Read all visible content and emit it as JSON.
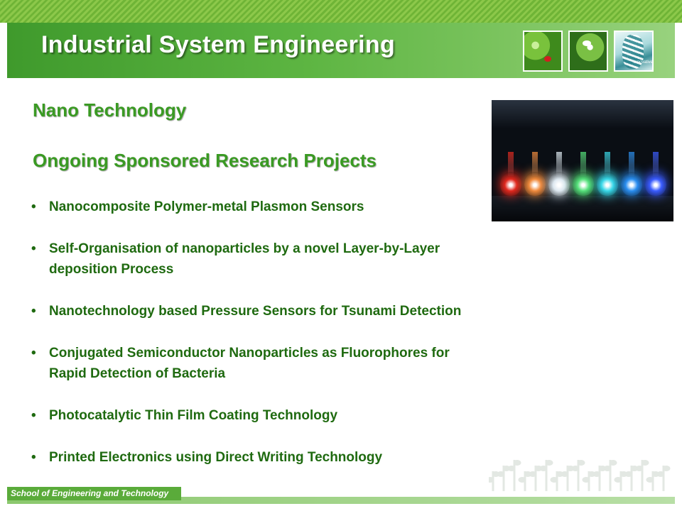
{
  "header": {
    "title": "Industrial System Engineering",
    "thumbnails": [
      {
        "name": "water-drop-leaf-image"
      },
      {
        "name": "white-flower-image"
      },
      {
        "name": "dna-helix-image",
        "caption": "innovative"
      }
    ]
  },
  "content": {
    "heading": "Nano Technology",
    "subheading": "Ongoing Sponsored Research Projects",
    "bullets": [
      {
        "line1": "Nanocomposite Polymer-metal Plasmon Sensors",
        "line2": ""
      },
      {
        "line1": "Self-Organisation of nanoparticles by a novel Layer-by-Layer",
        "line2": "deposition Process"
      },
      {
        "line1": "Nanotechnology based Pressure Sensors for Tsunami Detection",
        "line2": ""
      },
      {
        "line1": "Conjugated Semiconductor Nanoparticles as Fluorophores for",
        "line2": "Rapid Detection of Bacteria"
      },
      {
        "line1": "Photocatalytic Thin Film Coating Technology",
        "line2": ""
      },
      {
        "line1": "Printed Electronics using Direct Writing Technology",
        "line2": ""
      }
    ]
  },
  "photo": {
    "name": "glowing-flasks-photo",
    "flask_colors": [
      "#e0281e",
      "#f08a3c",
      "#dde8f0",
      "#55e07a",
      "#38d8e8",
      "#2a8ef0",
      "#3a5cff"
    ]
  },
  "footer": {
    "text": "School of Engineering and Technology"
  },
  "colors": {
    "accent": "#3a9a23",
    "bullet_text": "#1f6a10",
    "header_green": "#5db542"
  }
}
